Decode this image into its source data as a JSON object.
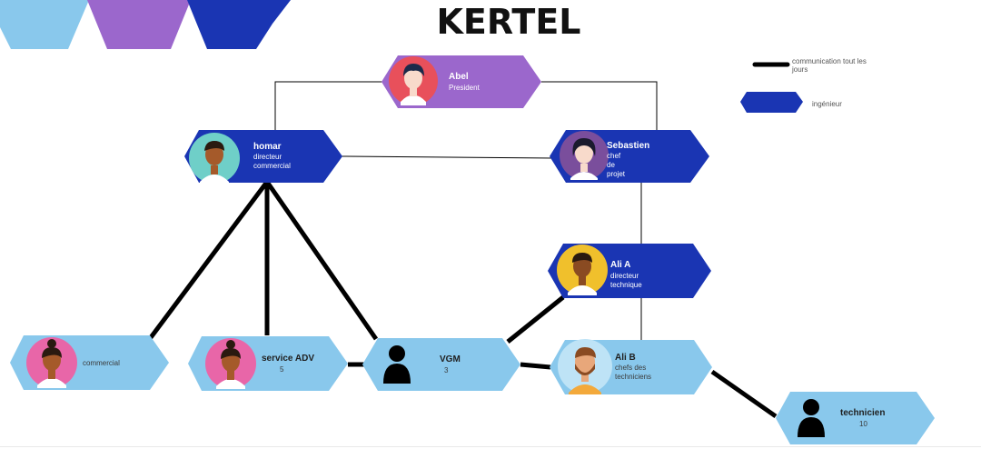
{
  "title": "KERTEL",
  "colors": {
    "purple": "#9B67CC",
    "dark_blue": "#1A35B3",
    "light_blue": "#89C8EC",
    "thick_line": "#000000",
    "thin_line": "#000000"
  },
  "legend": {
    "daily_communication": "communication tout les jours",
    "engineer": "ingénieur"
  },
  "nodes": {
    "abel": {
      "name": "Abel",
      "role": "President"
    },
    "homar": {
      "name": "homar",
      "role": "directeur commercial"
    },
    "sebastien": {
      "name": "Sebastien",
      "role": "chef de projet"
    },
    "ali_a": {
      "name": "Ali A",
      "role": "directeur technique"
    },
    "commercial": {
      "name": "",
      "role": "commercial"
    },
    "service_adv": {
      "name": "service ADV",
      "role": "5"
    },
    "vgm": {
      "name": "VGM",
      "role": "3"
    },
    "ali_b": {
      "name": "Ali B",
      "role": "chefs des techniciens"
    },
    "technicien": {
      "name": "technicien",
      "role": "10"
    }
  },
  "icons": {
    "abel": "avatar-woman-red-icon",
    "homar": "avatar-man-teal-icon",
    "sebastien": "avatar-woman-purple-icon",
    "ali_a": "avatar-man-yellow-icon",
    "commercial": "avatar-woman-pink-icon",
    "service_adv": "avatar-woman-pink-icon",
    "vgm": "person-silhouette-icon",
    "ali_b": "avatar-man-bearded-icon",
    "technicien": "person-silhouette-icon"
  }
}
